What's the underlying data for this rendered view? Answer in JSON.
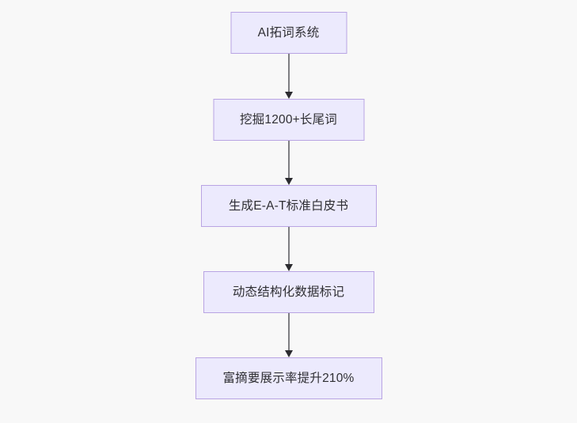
{
  "diagram": {
    "type": "flowchart",
    "direction": "top-to-bottom",
    "background_color": "#f8f8f8",
    "node_fill_color": "#eceafd",
    "node_border_color": "#b9a4e3",
    "node_text_color": "#2f2f33",
    "connector_color": "#7e7e82",
    "arrowhead_color": "#2b2b2f",
    "nodes": [
      {
        "id": "node-0",
        "label": "AI拓词系统"
      },
      {
        "id": "node-1",
        "label": "挖掘1200+长尾词"
      },
      {
        "id": "node-2",
        "label": "生成E-A-T标准白皮书"
      },
      {
        "id": "node-3",
        "label": "动态结构化数据标记"
      },
      {
        "id": "node-4",
        "label": "富摘要展示率提升210%"
      }
    ],
    "edges": [
      {
        "id": "edge-0",
        "from": "node-0",
        "to": "node-1",
        "label": ""
      },
      {
        "id": "edge-1",
        "from": "node-1",
        "to": "node-2",
        "label": ""
      },
      {
        "id": "edge-2",
        "from": "node-2",
        "to": "node-3",
        "label": ""
      },
      {
        "id": "edge-3",
        "from": "node-3",
        "to": "node-4",
        "label": ""
      }
    ]
  }
}
